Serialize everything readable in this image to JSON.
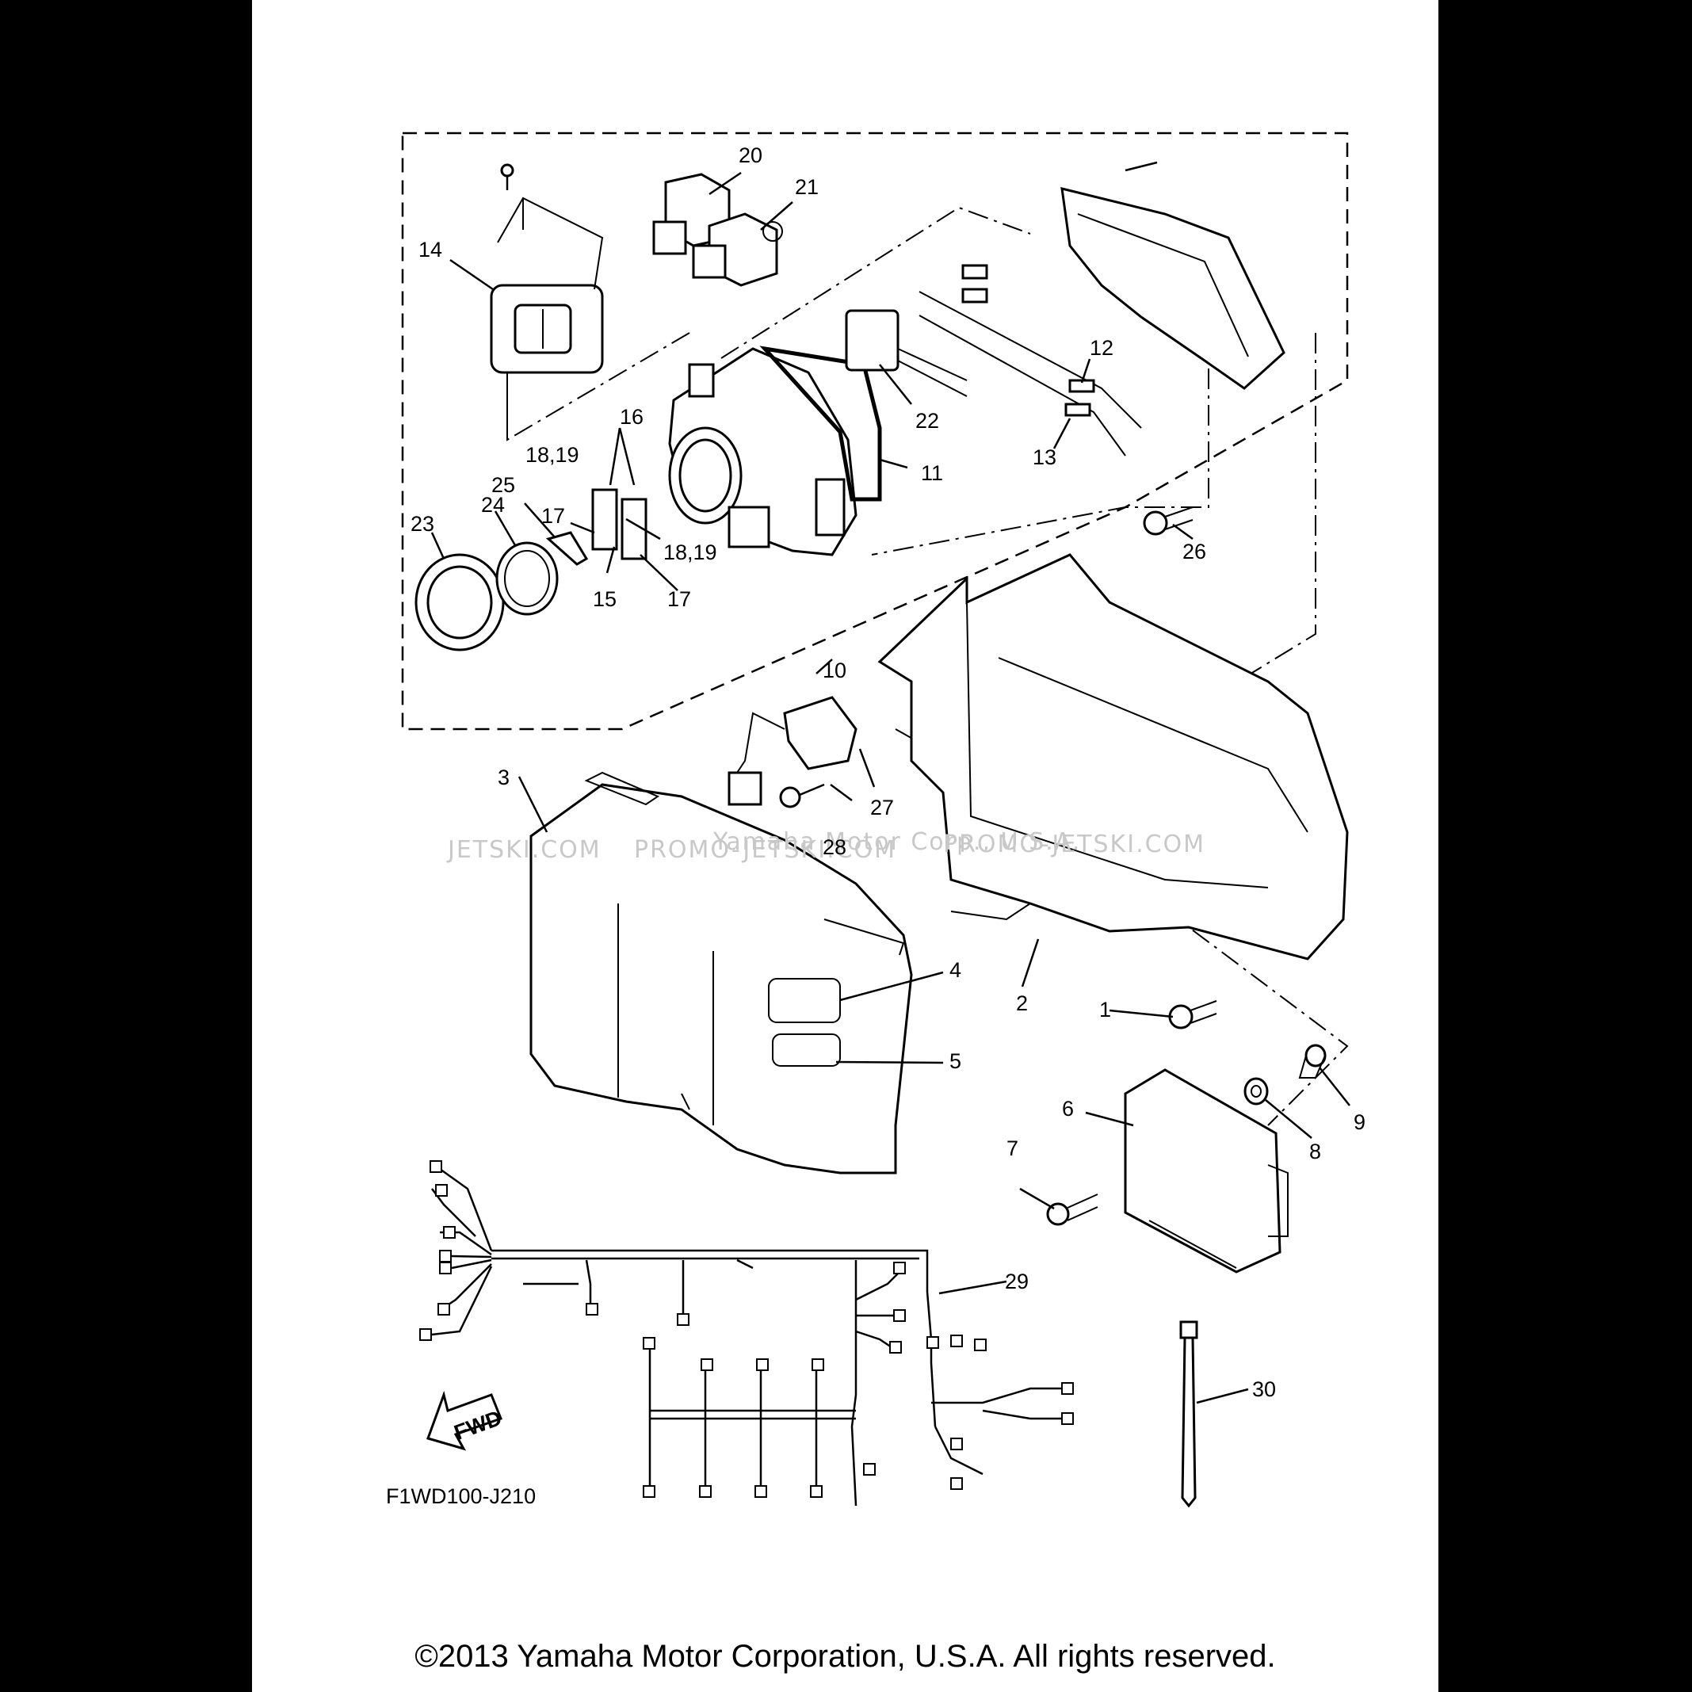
{
  "diagram_code": "F1WD100-J210",
  "watermark": {
    "left": "JETSKI.COM",
    "center": "PROMO-JETSKI.COM",
    "center_small": "Yamaha Motor Corp., U.S.A.",
    "right": "PROMO-JETSKI.COM"
  },
  "fwd_label": "FWD",
  "copyright": "©2013 Yamaha Motor Corporation, U.S.A. All rights reserved.",
  "callouts": {
    "c1": "1",
    "c2": "2",
    "c3": "3",
    "c4": "4",
    "c5": "5",
    "c6": "6",
    "c7": "7",
    "c8": "8",
    "c9": "9",
    "c10": "10",
    "c11": "11",
    "c12": "12",
    "c13": "13",
    "c14": "14",
    "c15": "15",
    "c16": "16",
    "c17a": "17",
    "c17b": "17",
    "c1819a": "18,19",
    "c1819b": "18,19",
    "c20": "20",
    "c21": "21",
    "c22": "22",
    "c23": "23",
    "c24": "24",
    "c25": "25",
    "c26": "26",
    "c27": "27",
    "c28": "28",
    "c29": "29",
    "c30": "30"
  }
}
